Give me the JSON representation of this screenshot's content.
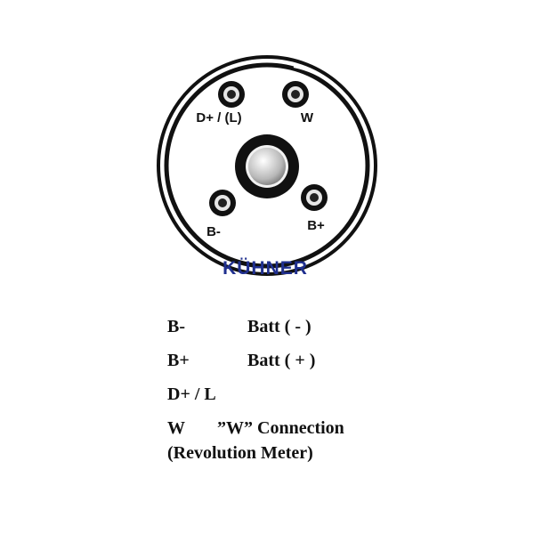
{
  "diagram": {
    "terminals": [
      {
        "id": "d-plus-l",
        "label": "D+ / (L)"
      },
      {
        "id": "w",
        "label": "W"
      },
      {
        "id": "b-minus",
        "label": "B-"
      },
      {
        "id": "b-plus",
        "label": "B+"
      }
    ],
    "brand": "KÜHNER",
    "brand_color": "#1f2f8f"
  },
  "legend": [
    {
      "key": "B-",
      "description": "Batt ( - )"
    },
    {
      "key": "B+",
      "description": "Batt ( + )"
    },
    {
      "key": "D+ / L",
      "description": ""
    },
    {
      "key": "W",
      "description": "”W” Connection"
    }
  ],
  "legend_extra": "(Revolution Meter)"
}
